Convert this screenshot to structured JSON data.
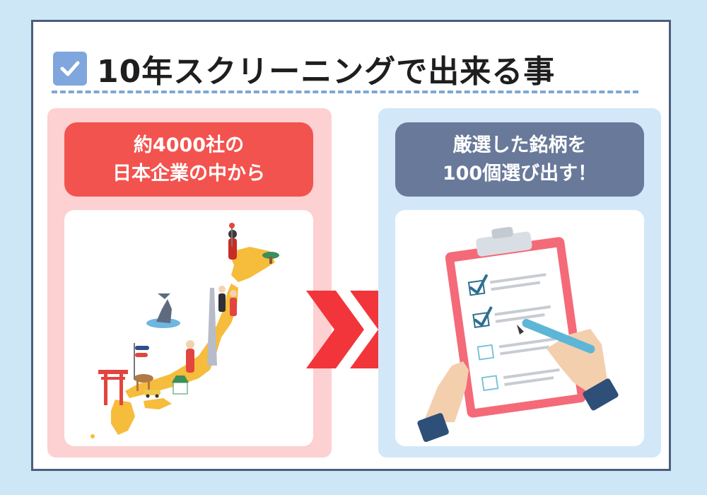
{
  "title": "10年スクリーニングで出来る事",
  "left_panel": {
    "label_line1": "約4000社の",
    "label_line2": "日本企業の中から"
  },
  "right_panel": {
    "label_line1": "厳選した銘柄を",
    "label_line2": "100個選び出す！"
  },
  "colors": {
    "background": "#cde7f7",
    "frame_border": "#4c5e7c",
    "left_accent": "#f2534f",
    "left_panel": "#fdd0d1",
    "right_accent": "#69799a",
    "right_panel": "#d2e8f9",
    "arrow": "#f2353a",
    "checkbox_icon": "#7fa6dd"
  },
  "icons": [
    "checkbox-checked-icon",
    "double-chevron-right-icon",
    "japan-map-illustration",
    "clipboard-checklist-illustration"
  ]
}
